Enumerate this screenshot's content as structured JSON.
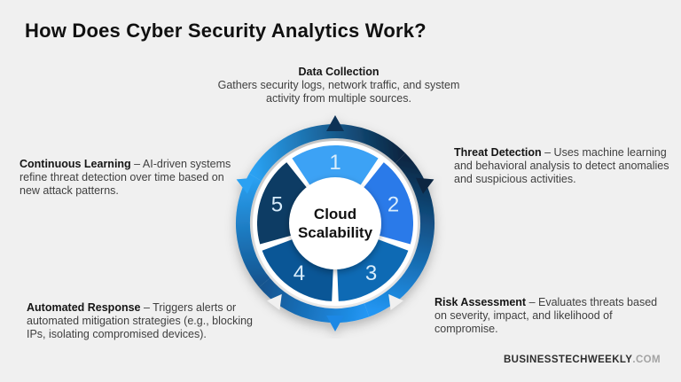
{
  "title": "How Does Cyber Security Analytics Work?",
  "center": {
    "line1": "Cloud",
    "line2": "Scalability"
  },
  "steps": [
    {
      "number": "1",
      "label": "Data Collection",
      "text": "Gathers security logs, network traffic, and system activity from multiple sources.",
      "color": "#3ca2f5"
    },
    {
      "number": "2",
      "label": "Threat Detection",
      "text": "– Uses machine learning and behavioral analysis to detect anomalies and suspicious activities.",
      "color": "#2a7ae9"
    },
    {
      "number": "3",
      "label": "Risk Assessment",
      "text": "– Evaluates threats based on severity, impact, and likelihood of compromise.",
      "color": "#0e6ab4"
    },
    {
      "number": "4",
      "label": "Automated Response",
      "text": "– Triggers alerts or automated mitigation strategies (e.g., blocking IPs, isolating compromised devices).",
      "color": "#0a5696"
    },
    {
      "number": "5",
      "label": "Continuous Learning",
      "text": "– AI-driven systems refine threat detection over time based on new attack patterns.",
      "color": "#0d3c64"
    }
  ],
  "colors": {
    "background": "#f0f0f0",
    "ring_bright": "#2aa1f2",
    "ring_dark": "#0a2743",
    "ring_blue": "#2196f3",
    "ring_mid": "#12548f",
    "tip_top": "#0d3156",
    "tip_right": "#0a2743",
    "tip_bottom": "#1e88e5",
    "tip_left": "#2aa1f2",
    "number_text": "#d9edfc"
  },
  "footer": {
    "bold": "BUSINESSTECHWEEKLY",
    "light": ".COM"
  }
}
